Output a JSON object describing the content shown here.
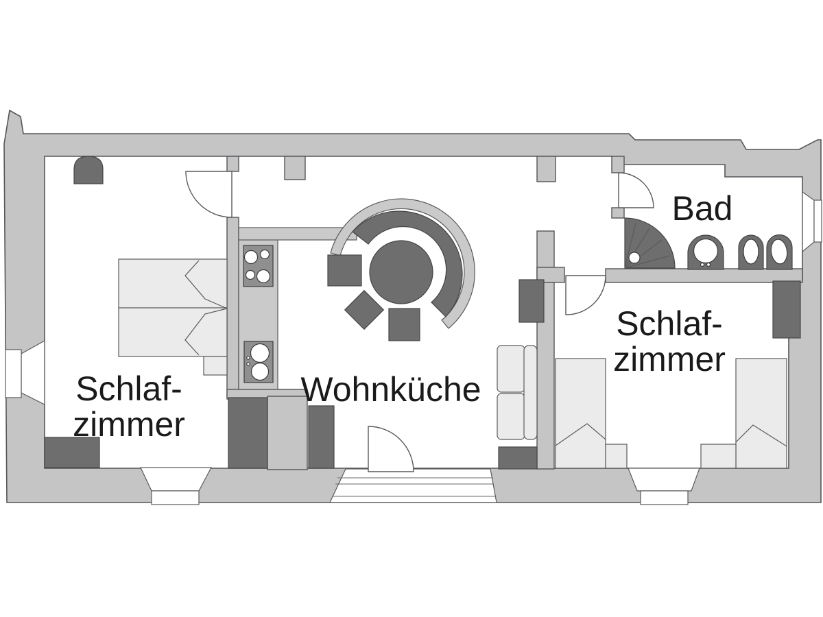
{
  "plan": {
    "rooms": {
      "bedroom_left": {
        "line1": "Schlaf-",
        "line2": "zimmer"
      },
      "kitchen": {
        "label": "Wohnküche"
      },
      "bathroom": {
        "label": "Bad"
      },
      "bedroom_right": {
        "line1": "Schlaf-",
        "line2": "zimmer"
      }
    },
    "colors": {
      "wall": "#c5c5c5",
      "outline": "#55555a",
      "room": "#ffffff",
      "furniture_dark": "#6e6e6e",
      "furniture_light": "#ebebeb",
      "counter": "#cacaca",
      "appliance": "#8f8f8f",
      "label_text": "#1a1a1a"
    }
  }
}
